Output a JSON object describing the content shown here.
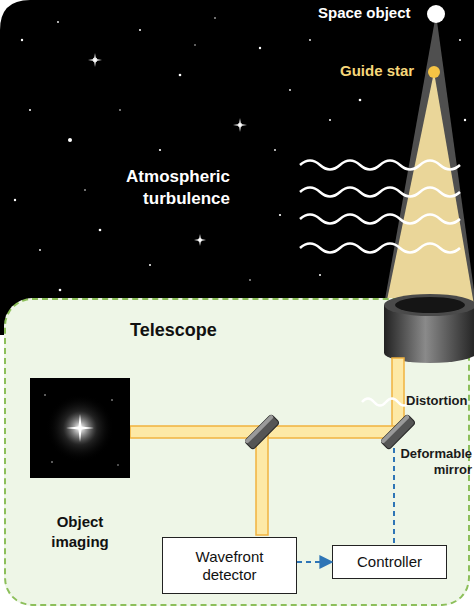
{
  "diagram": {
    "nodes": [
      {
        "text": [
          "Telescope"
        ]
      },
      {
        "text": [
          "Wavefront detector"
        ],
        "in": 0
      },
      {
        "text": [
          "Controller"
        ],
        "in": 0
      }
    ],
    "edges": [
      {
        "from": 1,
        "to": 2,
        "arrow": "to"
      }
    ],
    "labels": [
      "Space object",
      "Guide star",
      "Atmospheric turbulence",
      "Distortion",
      "Deformable mirror",
      "Object imaging"
    ]
  }
}
